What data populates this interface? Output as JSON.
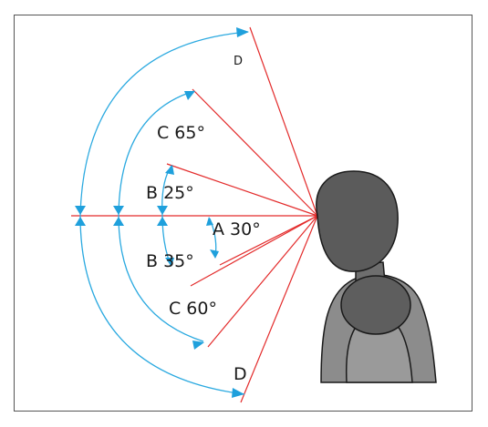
{
  "colors": {
    "ray": "#e32b2b",
    "arc": "#2aa9e0",
    "arrowhead": "#1fa0dc",
    "head": "#5b5b5b",
    "body_dark": "#7d7d7d",
    "body_light": "#9a9a9a",
    "outline": "#1a1a1a"
  },
  "labels": {
    "d_top": "D",
    "c_upper": "C 65°",
    "b_upper": "B 25°",
    "a": "A 30°",
    "b_lower": "B 35°",
    "c_lower": "C  60°",
    "d_bottom": "D"
  },
  "figure": {
    "description_icon": "person-silhouette-icon"
  }
}
